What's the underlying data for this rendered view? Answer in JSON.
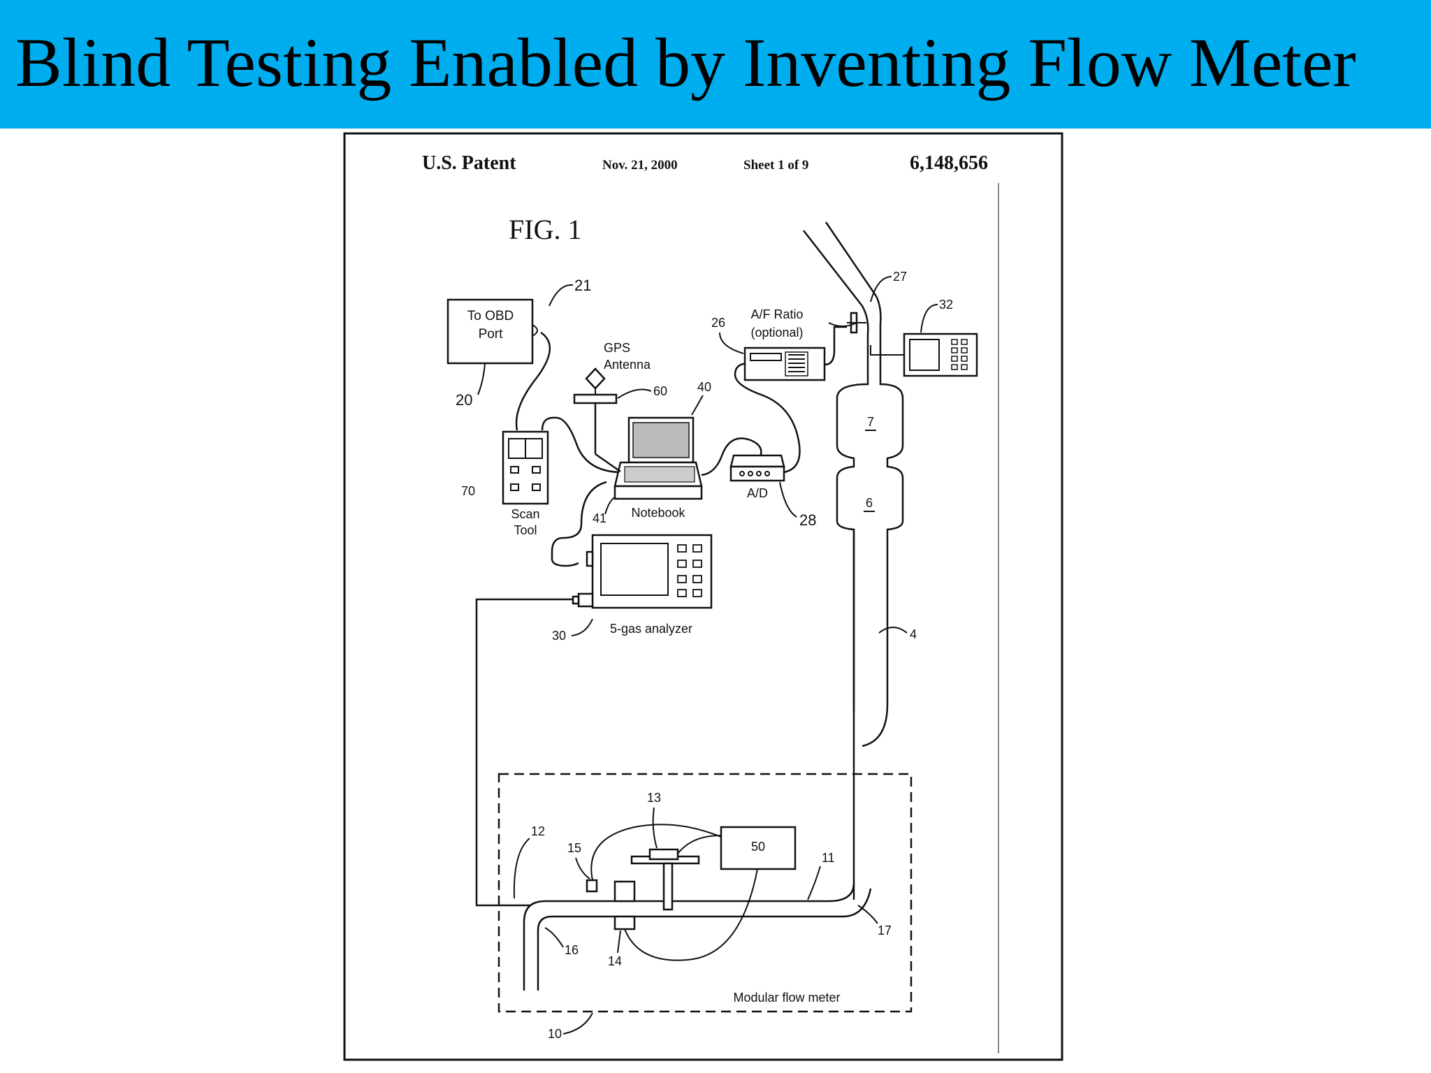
{
  "slide": {
    "title": "Blind Testing Enabled by Inventing Flow Meter",
    "title_bg_color": "#00aeef"
  },
  "patent": {
    "header": {
      "office": "U.S. Patent",
      "date": "Nov. 21, 2000",
      "sheet": "Sheet 1 of 9",
      "number": "6,148,656"
    },
    "figure_label": "FIG. 1",
    "labels": {
      "obd_port": [
        "To OBD",
        "Port"
      ],
      "gps_antenna": [
        "GPS",
        "Antenna"
      ],
      "af_ratio": [
        "A/F Ratio",
        "(optional)"
      ],
      "ad": "A/D",
      "notebook": "Notebook",
      "scan_tool": [
        "Scan",
        "Tool"
      ],
      "gas_analyzer": "5-gas analyzer",
      "modular_flow_meter": "Modular flow meter",
      "box_50": "50"
    },
    "ref_numbers": {
      "r21": "21",
      "r20": "20",
      "r60": "60",
      "r40": "40",
      "r26": "26",
      "r27": "27",
      "r32": "32",
      "r7": "7",
      "r6": "6",
      "r70": "70",
      "r41": "41",
      "r28": "28",
      "r30": "30",
      "r4": "4",
      "r13": "13",
      "r12": "12",
      "r15": "15",
      "r11": "11",
      "r17": "17",
      "r16": "16",
      "r14": "14",
      "r10": "10"
    }
  }
}
